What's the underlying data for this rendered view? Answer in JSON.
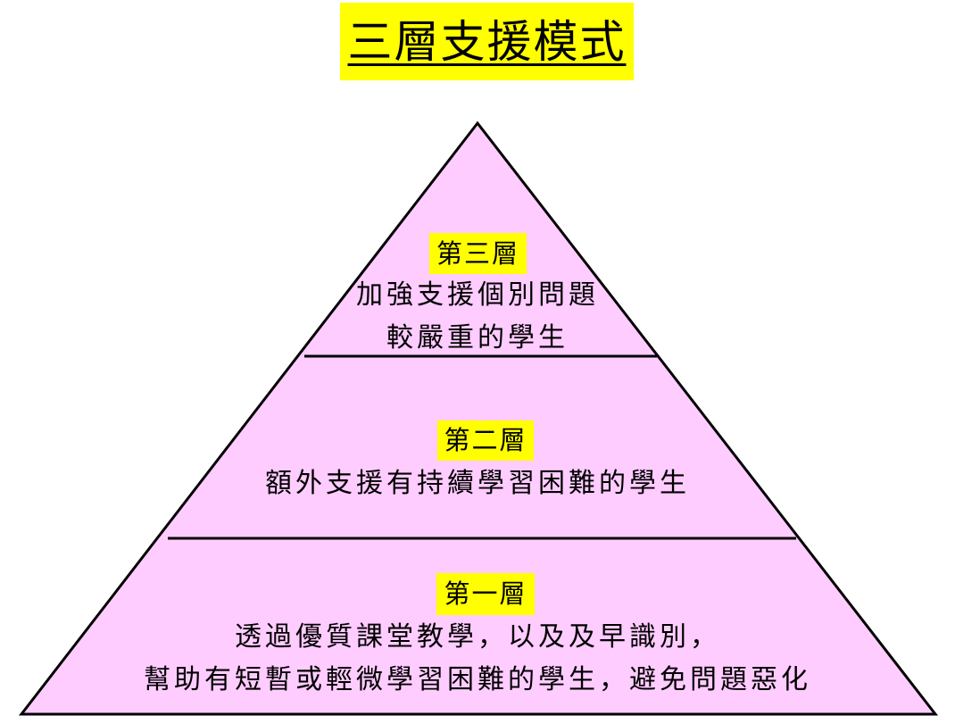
{
  "title": "三層支援模式",
  "colors": {
    "title_bg": "#ffff00",
    "pyramid_fill": "#ffccff",
    "outline": "#000000",
    "label_bg": "#ffff00"
  },
  "tiers": [
    {
      "label": "第三層",
      "lines": [
        "加強支援個別問題",
        "較嚴重的學生"
      ]
    },
    {
      "label": "第二層",
      "lines": [
        "額外支援有持續學習困難的學生"
      ]
    },
    {
      "label": "第一層",
      "lines": [
        "透過優質課堂教學，以及及早識別，",
        "幫助有短暫或輕微學習困難的學生，避免問題惡化"
      ]
    }
  ]
}
